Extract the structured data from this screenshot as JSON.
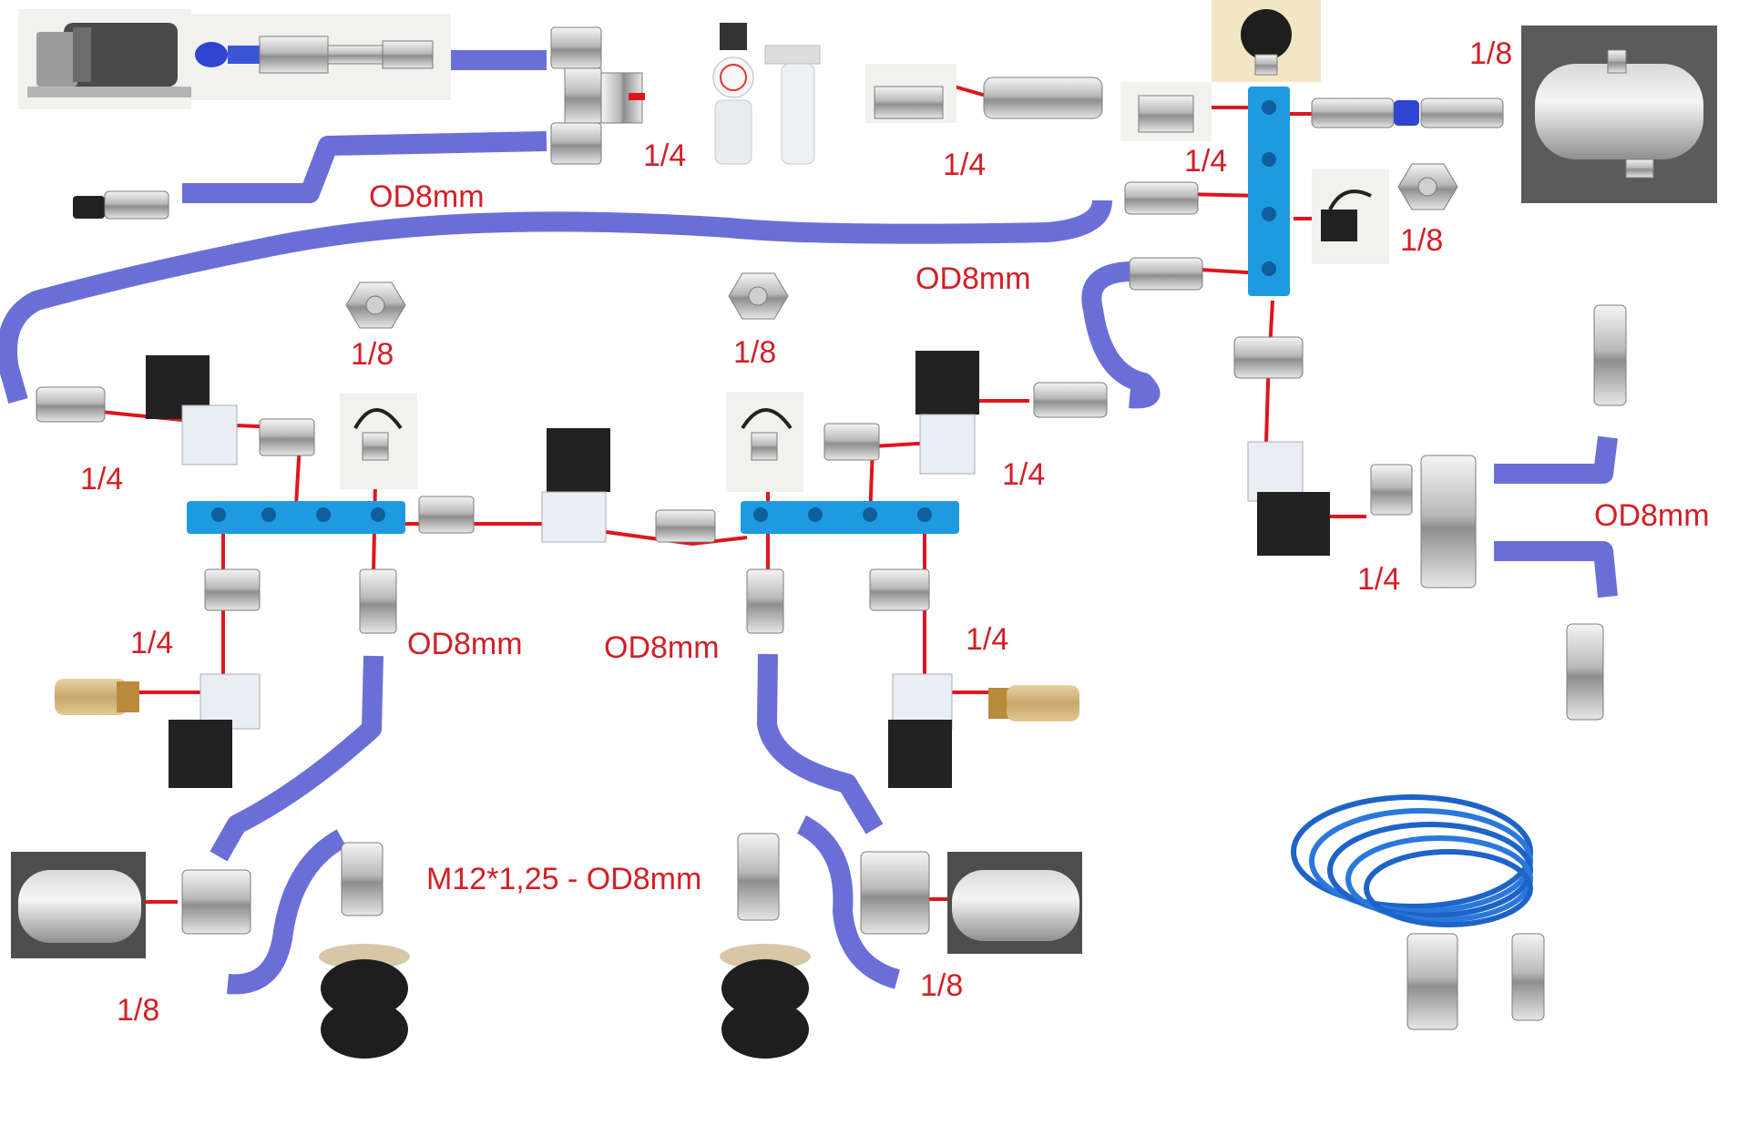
{
  "labels": {
    "fr_outlet": "1/4",
    "check_valve": "1/4",
    "manifold_top": "1/4",
    "tank_port": "1/8",
    "pressure_sensor_main": "1/8",
    "hose_compressor": "OD8mm",
    "hose_main_loop": "OD8mm",
    "left_reducer": "1/8",
    "center_reducer": "1/8",
    "left_valve_port": "1/4",
    "right_valve_port": "1/4",
    "left_exhaust": "1/4",
    "right_exhaust": "1/4",
    "left_bag_hose": "OD8mm",
    "center_bag_hose": "OD8mm",
    "right_output_hose": "OD8mm",
    "right_valve_tee": "1/4",
    "bag_fitting": "M12*1,25 - OD8mm",
    "left_tank": "1/8",
    "right_tank": "1/8"
  },
  "colors": {
    "hose": "#6a6fd8",
    "wire": "#e0141c",
    "manifold": "#1e9be0",
    "label": "#d21f26"
  },
  "icons": [
    "compressor-icon",
    "quick-coupler-icon",
    "tee-fitting-icon",
    "filter-regulator-icon",
    "check-valve-icon",
    "pressure-switch-icon",
    "air-tank-icon",
    "manifold-icon",
    "solenoid-valve-icon",
    "pressure-sensor-icon",
    "reducer-bushing-icon",
    "muffler-icon",
    "air-bag-icon",
    "coil-hose-icon",
    "push-fitting-icon"
  ]
}
